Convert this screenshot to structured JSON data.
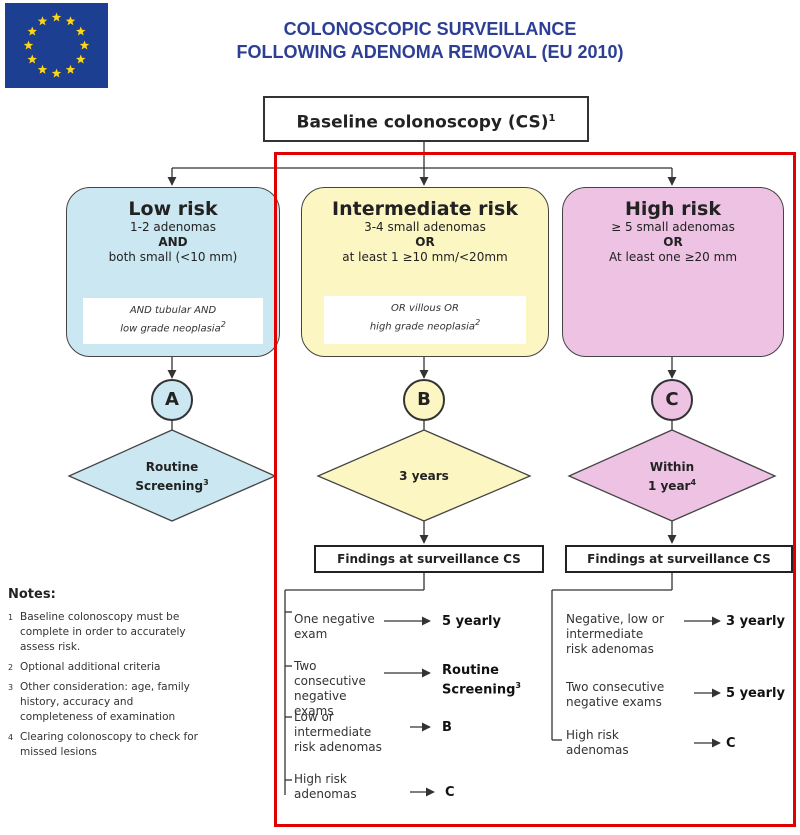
{
  "title": {
    "line1": "COLONOSCOPIC SURVEILLANCE",
    "line2": "FOLLOWING ADENOMA REMOVAL (EU 2010)"
  },
  "logo": {
    "name": "eu-flag",
    "colors": {
      "field": "#1d3f91",
      "stars": "#ffd617"
    }
  },
  "baseline": {
    "label": "Baseline colonoscopy (CS)",
    "sup": "1"
  },
  "risks": {
    "low": {
      "title": "Low risk",
      "line1": "1-2 adenomas",
      "op": "AND",
      "line2": "both small (<10 mm)",
      "note1": "AND tubular AND",
      "note2": "low grade neoplasia",
      "note_sup": "2",
      "circle": "A",
      "diamond1": "Routine",
      "diamond2": "Screening",
      "diamond_sup": "3"
    },
    "intermediate": {
      "title": "Intermediate risk",
      "line1": "3-4 small adenomas",
      "op": "OR",
      "line2": "at least 1 ≥10 mm/<20mm",
      "note1": "OR villous OR",
      "note2": "high grade neoplasia",
      "note_sup": "2",
      "circle": "B",
      "diamond1": "3 years"
    },
    "high": {
      "title": "High risk",
      "line1": "≥ 5 small adenomas",
      "op": "OR",
      "line2": "At least one ≥20 mm",
      "circle": "C",
      "diamond1": "Within",
      "diamond2": "1 year",
      "diamond_sup": "4"
    }
  },
  "findings_label": "Findings at surveillance CS",
  "outcomes_b": [
    {
      "cond": [
        "One negative",
        "exam"
      ],
      "result": [
        "5 yearly"
      ]
    },
    {
      "cond": [
        "Two consecutive",
        "negative exams"
      ],
      "result": [
        "Routine",
        "Screening"
      ],
      "sup": "3"
    },
    {
      "cond": [
        "Low or",
        "intermediate",
        "risk adenomas"
      ],
      "result": [
        "B"
      ]
    },
    {
      "cond": [
        "High risk",
        "adenomas"
      ],
      "result": [
        "C"
      ]
    }
  ],
  "outcomes_c": [
    {
      "cond": [
        "Negative, low or",
        "intermediate",
        "risk adenomas"
      ],
      "result": [
        "3 yearly"
      ]
    },
    {
      "cond": [
        "Two consecutive",
        "negative exams"
      ],
      "result": [
        "5 yearly"
      ]
    },
    {
      "cond": [
        "High risk",
        "adenomas"
      ],
      "result": [
        "C"
      ]
    }
  ],
  "notes": {
    "heading": "Notes:",
    "items": [
      {
        "n": "1",
        "lines": [
          "Baseline colonoscopy must be",
          "complete in order to accurately",
          "assess risk."
        ]
      },
      {
        "n": "2",
        "lines": [
          "Optional additional criteria"
        ]
      },
      {
        "n": "3",
        "lines": [
          "Other consideration: age, family",
          "history, accuracy and",
          "completeness of examination"
        ]
      },
      {
        "n": "4",
        "lines": [
          "Clearing colonoscopy to check for",
          "missed lesions"
        ]
      }
    ]
  },
  "colors": {
    "low": "#cbe7f1",
    "intermediate": "#fcf6c2",
    "high": "#eec2e3",
    "title": "#2c3f95",
    "highlight_frame": "#e00000"
  }
}
